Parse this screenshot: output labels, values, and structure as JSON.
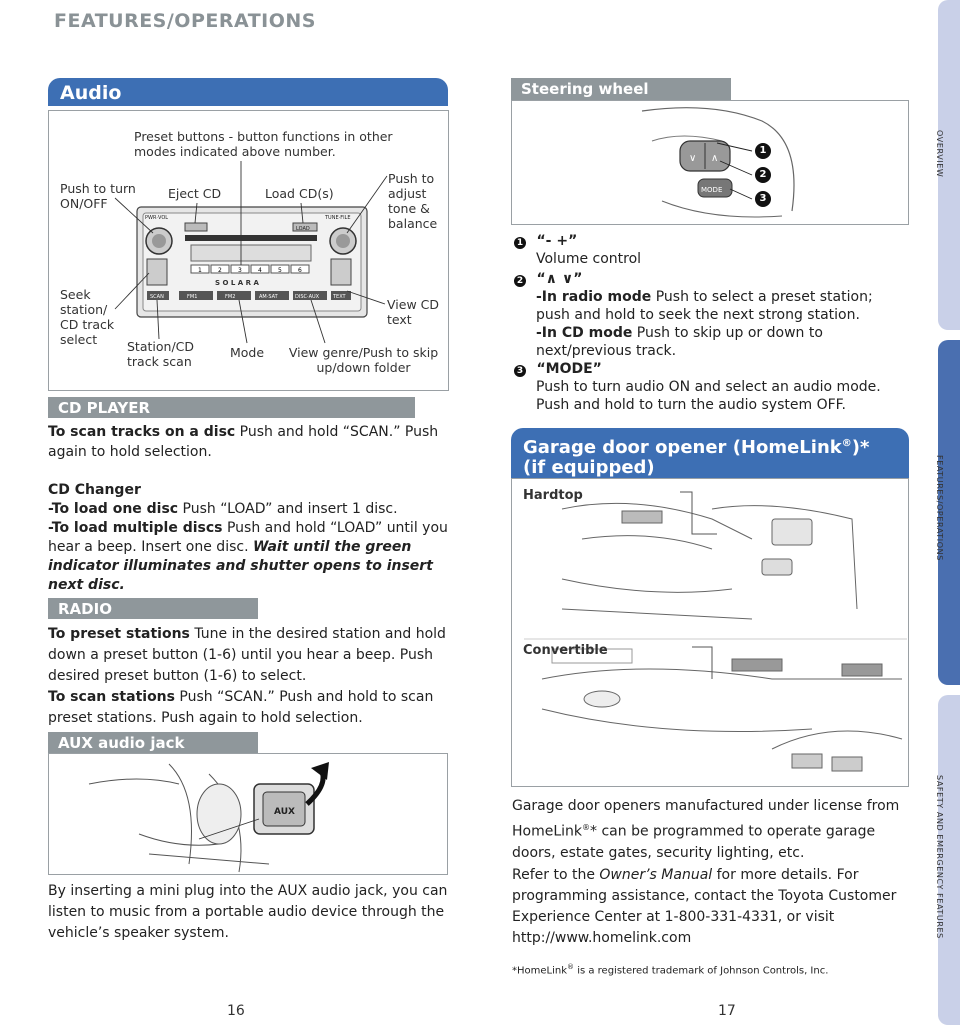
{
  "header": {
    "title": "FEATURES/OPERATIONS"
  },
  "side_tabs": [
    "OVERVIEW",
    "FEATURES/OPERATIONS",
    "SAFETY AND EMERGENCY FEATURES"
  ],
  "audio": {
    "title": "Audio",
    "labels": {
      "preset": "Preset buttons - button functions in other modes indicated above number.",
      "push_turn": "Push to turn ON/OFF",
      "eject": "Eject CD",
      "load": "Load CD(s)",
      "push_adjust": "Push to adjust tone & balance",
      "seek": "Seek station/ CD track select",
      "view_cd": "View CD text",
      "station_scan": "Station/CD track scan",
      "mode": "Mode",
      "view_genre": "View genre/Push to skip up/down folder"
    },
    "radio_face": {
      "pwr": "PWR·VOL",
      "load": "LOAD",
      "tune": "TUNE·FILE",
      "brand": "S O L A R A",
      "fm1": "FM1",
      "fm2": "FM2",
      "am": "AM·SAT",
      "disc": "DISC·AUX",
      "scan": "SCAN",
      "text": "TEXT",
      "presets": [
        "1",
        "2",
        "3",
        "4",
        "5",
        "6"
      ]
    },
    "cd_player": {
      "title": "CD PLAYER",
      "scan_bold": "To scan tracks on a disc",
      "scan_text": " Push and hold “SCAN.” Push again to hold selection.",
      "changer_title": "CD Changer",
      "one_bold": "-To load one disc",
      "one_text": " Push “LOAD” and insert 1 disc.",
      "multi_bold": "-To load multiple discs",
      "multi_text": " Push and hold “LOAD” until you hear a beep. Insert one disc. ",
      "multi_italic": "Wait until the green indicator illuminates and shutter opens to insert next disc."
    },
    "radio": {
      "title": "RADIO",
      "preset_bold": "To preset stations",
      "preset_text": " Tune in the desired station and hold down a preset button (1-6) until you hear a beep. Push desired preset button (1-6) to select.",
      "scan_bold": "To scan stations",
      "scan_text": " Push “SCAN.” Push and hold to scan preset stations. Push again to hold selection."
    },
    "aux": {
      "title": "AUX audio jack",
      "jack_label": "AUX",
      "text": "By inserting a mini plug into the AUX audio jack, you can listen to music from a portable audio device through the vehicle’s speaker system."
    }
  },
  "steering": {
    "title": "Steering wheel controls",
    "mode_btn": "MODE",
    "items": [
      {
        "num": "1",
        "head": "“- +”",
        "text": "Volume control"
      },
      {
        "num": "2",
        "head": "“∧ ∨”",
        "radio_bold": "-In radio mode",
        "radio_text": " Push to select a preset station; push and hold to seek the next strong station.",
        "cd_bold": "-In CD mode",
        "cd_text": " Push to skip up or down to next/previous track."
      },
      {
        "num": "3",
        "head": "“MODE”",
        "text": "Push to turn audio ON and select an audio mode. Push and hold to turn the audio system OFF."
      }
    ]
  },
  "garage": {
    "title_line1": "Garage door opener (HomeLink",
    "title_reg": "®",
    "title_star": ")*",
    "title_line2": "(if equipped)",
    "hardtop": "Hardtop",
    "convertible": "Convertible",
    "p1a": "Garage door openers manufactured under license from HomeLink",
    "p1sup": "®",
    "p1b": "* can be programmed to operate garage doors, estate gates, security lighting, etc.",
    "p2a": "Refer to the ",
    "p2i": "Owner’s Manual",
    "p2b": " for more details. For programming assistance, contact the Toyota Customer Experience Center at 1-800-331-4331, or visit http://www.homelink.com",
    "footnote_a": "*HomeLink",
    "footnote_sup": "®",
    "footnote_b": " is a registered trademark of Johnson Controls, Inc."
  },
  "pages": {
    "left": "16",
    "right": "17"
  }
}
